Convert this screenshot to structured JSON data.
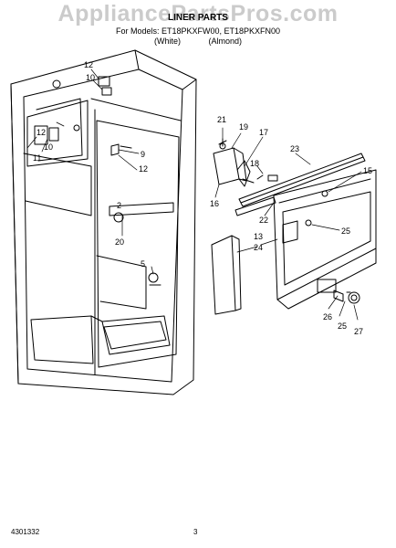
{
  "watermark": "AppliancePartsPros.com",
  "header": {
    "title": "LINER PARTS",
    "models": "For Models: ET18PKXFW00, ET18PKXFN00",
    "color_1": "(White)",
    "color_2": "(Almond)"
  },
  "footer": {
    "doc_number": "4301332",
    "page_number": "3"
  },
  "callouts": {
    "c12a": "12",
    "c10a": "10",
    "c12b": "12",
    "c10b": "10",
    "c11": "11",
    "c9": "9",
    "c12c": "12",
    "c2": "2",
    "c20a": "20",
    "c5": "5",
    "c21": "21",
    "c19": "19",
    "c17": "17",
    "c23": "23",
    "c18": "18",
    "c15": "15",
    "c16": "16",
    "c22": "22",
    "c25a": "25",
    "c13": "13",
    "c24": "24",
    "c26": "26",
    "c25b": "25",
    "c27": "27"
  }
}
